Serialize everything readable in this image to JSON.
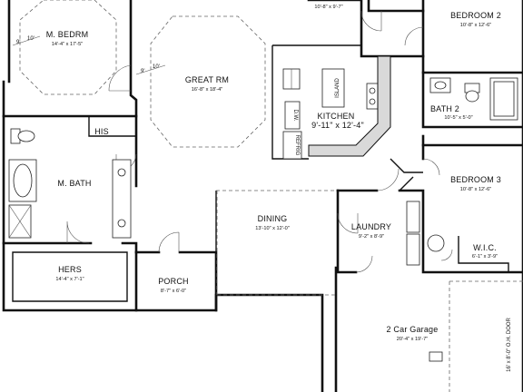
{
  "rooms": {
    "master_bedroom": {
      "name": "M. BEDRM",
      "dims": "14'-4\" x 17'-5\""
    },
    "great_room": {
      "name": "GREAT RM",
      "dims": "16'-8\" x 18'-4\""
    },
    "top_room": {
      "dims": "10'-8\" x 9'-7\""
    },
    "bedroom_2": {
      "name": "BEDROOM 2",
      "dims": "10'-8\" x 12'-6\""
    },
    "bath_2": {
      "name": "BATH 2",
      "dims": "10'-5\" x 5'-0\""
    },
    "bedroom_3": {
      "name": "BEDROOM 3",
      "dims": "10'-8\" x 12'-6\""
    },
    "kitchen": {
      "name": "KITCHEN",
      "dims": "9'-11\" x 12'-4\""
    },
    "master_bath": {
      "name": "M. BATH"
    },
    "his_closet": {
      "name": "HIS"
    },
    "hers_closet": {
      "name": "HERS",
      "dims": "14'-4\" x 7'-1\""
    },
    "dining": {
      "name": "DINING",
      "dims": "13'-10\" x 12'-0\""
    },
    "laundry": {
      "name": "LAUNDRY",
      "dims": "9'-2\" x 8'-9\""
    },
    "wic": {
      "name": "W.I.C.",
      "dims": "6'-1\" x 3'-9\""
    },
    "porch": {
      "name": "PORCH",
      "dims": "8'-7\" x 6'-0\""
    },
    "garage": {
      "name": "2 Car Garage",
      "dims": "20'-4\" x 19'-7\""
    }
  },
  "fixtures": {
    "island": "ISLAND",
    "dishwasher": "D.W.",
    "refrigerator": "REFRIG"
  },
  "annotations": {
    "ceiling_bedrm_a": "9'",
    "ceiling_bedrm_b": "10'",
    "ceiling_great_a": "9'",
    "ceiling_great_b": "10'",
    "garage_door": "16' x 8'-0\" O.H. DOOR"
  }
}
